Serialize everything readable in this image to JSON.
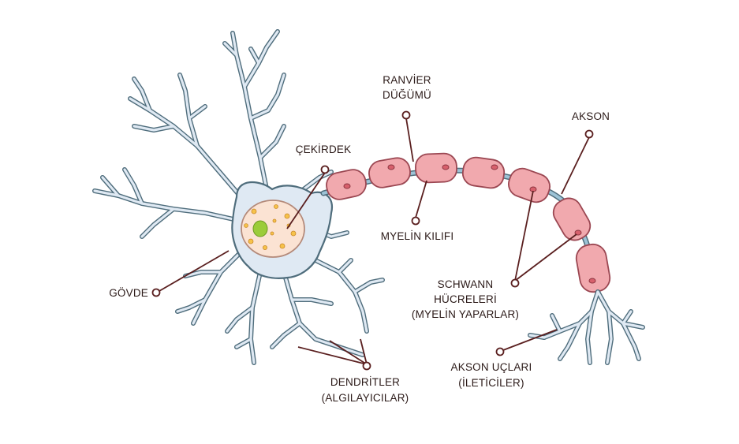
{
  "labels": {
    "ranvier_line1": "RANVİER",
    "ranvier_line2": "DÜĞÜMÜ",
    "cekirdek": "ÇEKİRDEK",
    "akson": "AKSON",
    "myelin_kilifi": "MYELİN KILIFI",
    "govde": "GÖVDE",
    "schwann_line1": "SCHWANN",
    "schwann_line2": "HÜCRELERİ",
    "schwann_line3": "(MYELİN YAPARLAR)",
    "dendritler_line1": "DENDRİTLER",
    "dendritler_line2": "(ALGILAYICILAR)",
    "akson_uclari_line1": "AKSON UÇLARI",
    "akson_uclari_line2": "(İLETİCİLER)"
  },
  "colors": {
    "cell_body": "#dfe9f3",
    "outline": "#4f6d7c",
    "nucleus": "#fbe3d3",
    "nucleolus": "#9bcc3a",
    "myelin": "#f1a9ae",
    "leader": "#5a1f1f"
  }
}
